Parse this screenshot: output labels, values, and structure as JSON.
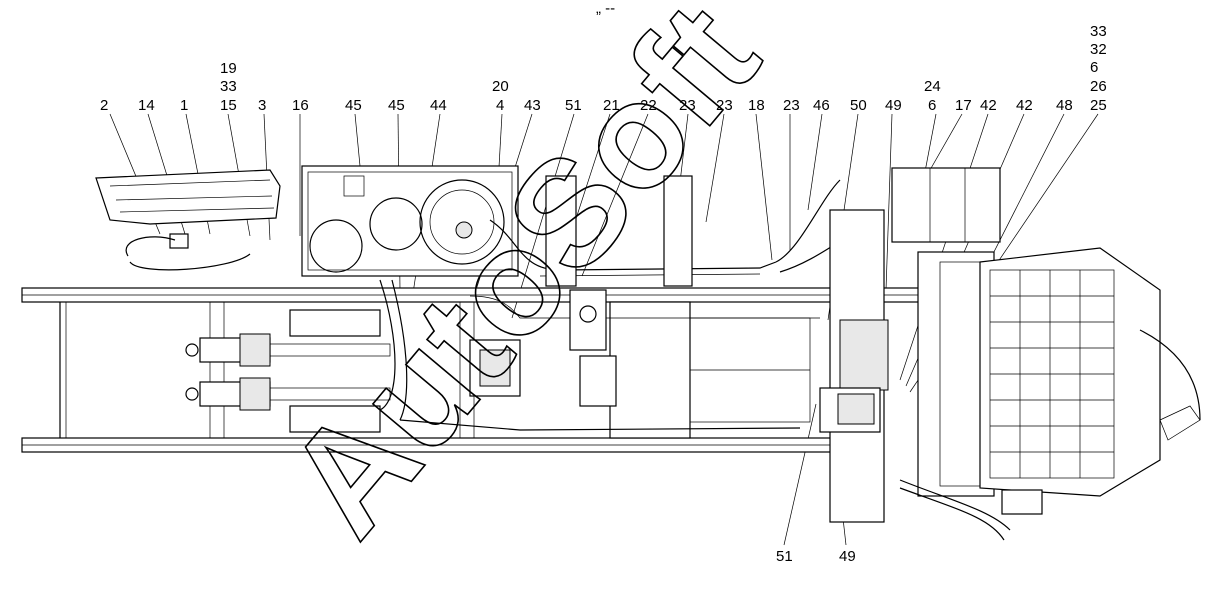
{
  "top_mark": "„ --",
  "watermark": "AutoSoft",
  "callouts_top": [
    {
      "id": "c-2",
      "text": "2"
    },
    {
      "id": "c-14",
      "text": "14"
    },
    {
      "id": "c-1",
      "text": "1"
    },
    {
      "id": "c-19",
      "text": "19"
    },
    {
      "id": "c-33a",
      "text": "33"
    },
    {
      "id": "c-15",
      "text": "15"
    },
    {
      "id": "c-3",
      "text": "3"
    },
    {
      "id": "c-16",
      "text": "16"
    },
    {
      "id": "c-45a",
      "text": "45"
    },
    {
      "id": "c-45b",
      "text": "45"
    },
    {
      "id": "c-44",
      "text": "44"
    },
    {
      "id": "c-20",
      "text": "20"
    },
    {
      "id": "c-4",
      "text": "4"
    },
    {
      "id": "c-43",
      "text": "43"
    },
    {
      "id": "c-51a",
      "text": "51"
    },
    {
      "id": "c-21",
      "text": "21"
    },
    {
      "id": "c-22",
      "text": "22"
    },
    {
      "id": "c-23a",
      "text": "23"
    },
    {
      "id": "c-23b",
      "text": "23"
    },
    {
      "id": "c-18",
      "text": "18"
    },
    {
      "id": "c-23c",
      "text": "23"
    },
    {
      "id": "c-46",
      "text": "46"
    },
    {
      "id": "c-50",
      "text": "50"
    },
    {
      "id": "c-49a",
      "text": "49"
    },
    {
      "id": "c-24",
      "text": "24"
    },
    {
      "id": "c-6a",
      "text": "6"
    },
    {
      "id": "c-17",
      "text": "17"
    },
    {
      "id": "c-42a",
      "text": "42"
    },
    {
      "id": "c-42b",
      "text": "42"
    },
    {
      "id": "c-48",
      "text": "48"
    },
    {
      "id": "c-33b",
      "text": "33"
    },
    {
      "id": "c-32",
      "text": "32"
    },
    {
      "id": "c-6b",
      "text": "6"
    },
    {
      "id": "c-26",
      "text": "26"
    },
    {
      "id": "c-25",
      "text": "25"
    }
  ],
  "callouts_bottom": [
    {
      "id": "c-51b",
      "text": "51"
    },
    {
      "id": "c-49b",
      "text": "49"
    }
  ]
}
